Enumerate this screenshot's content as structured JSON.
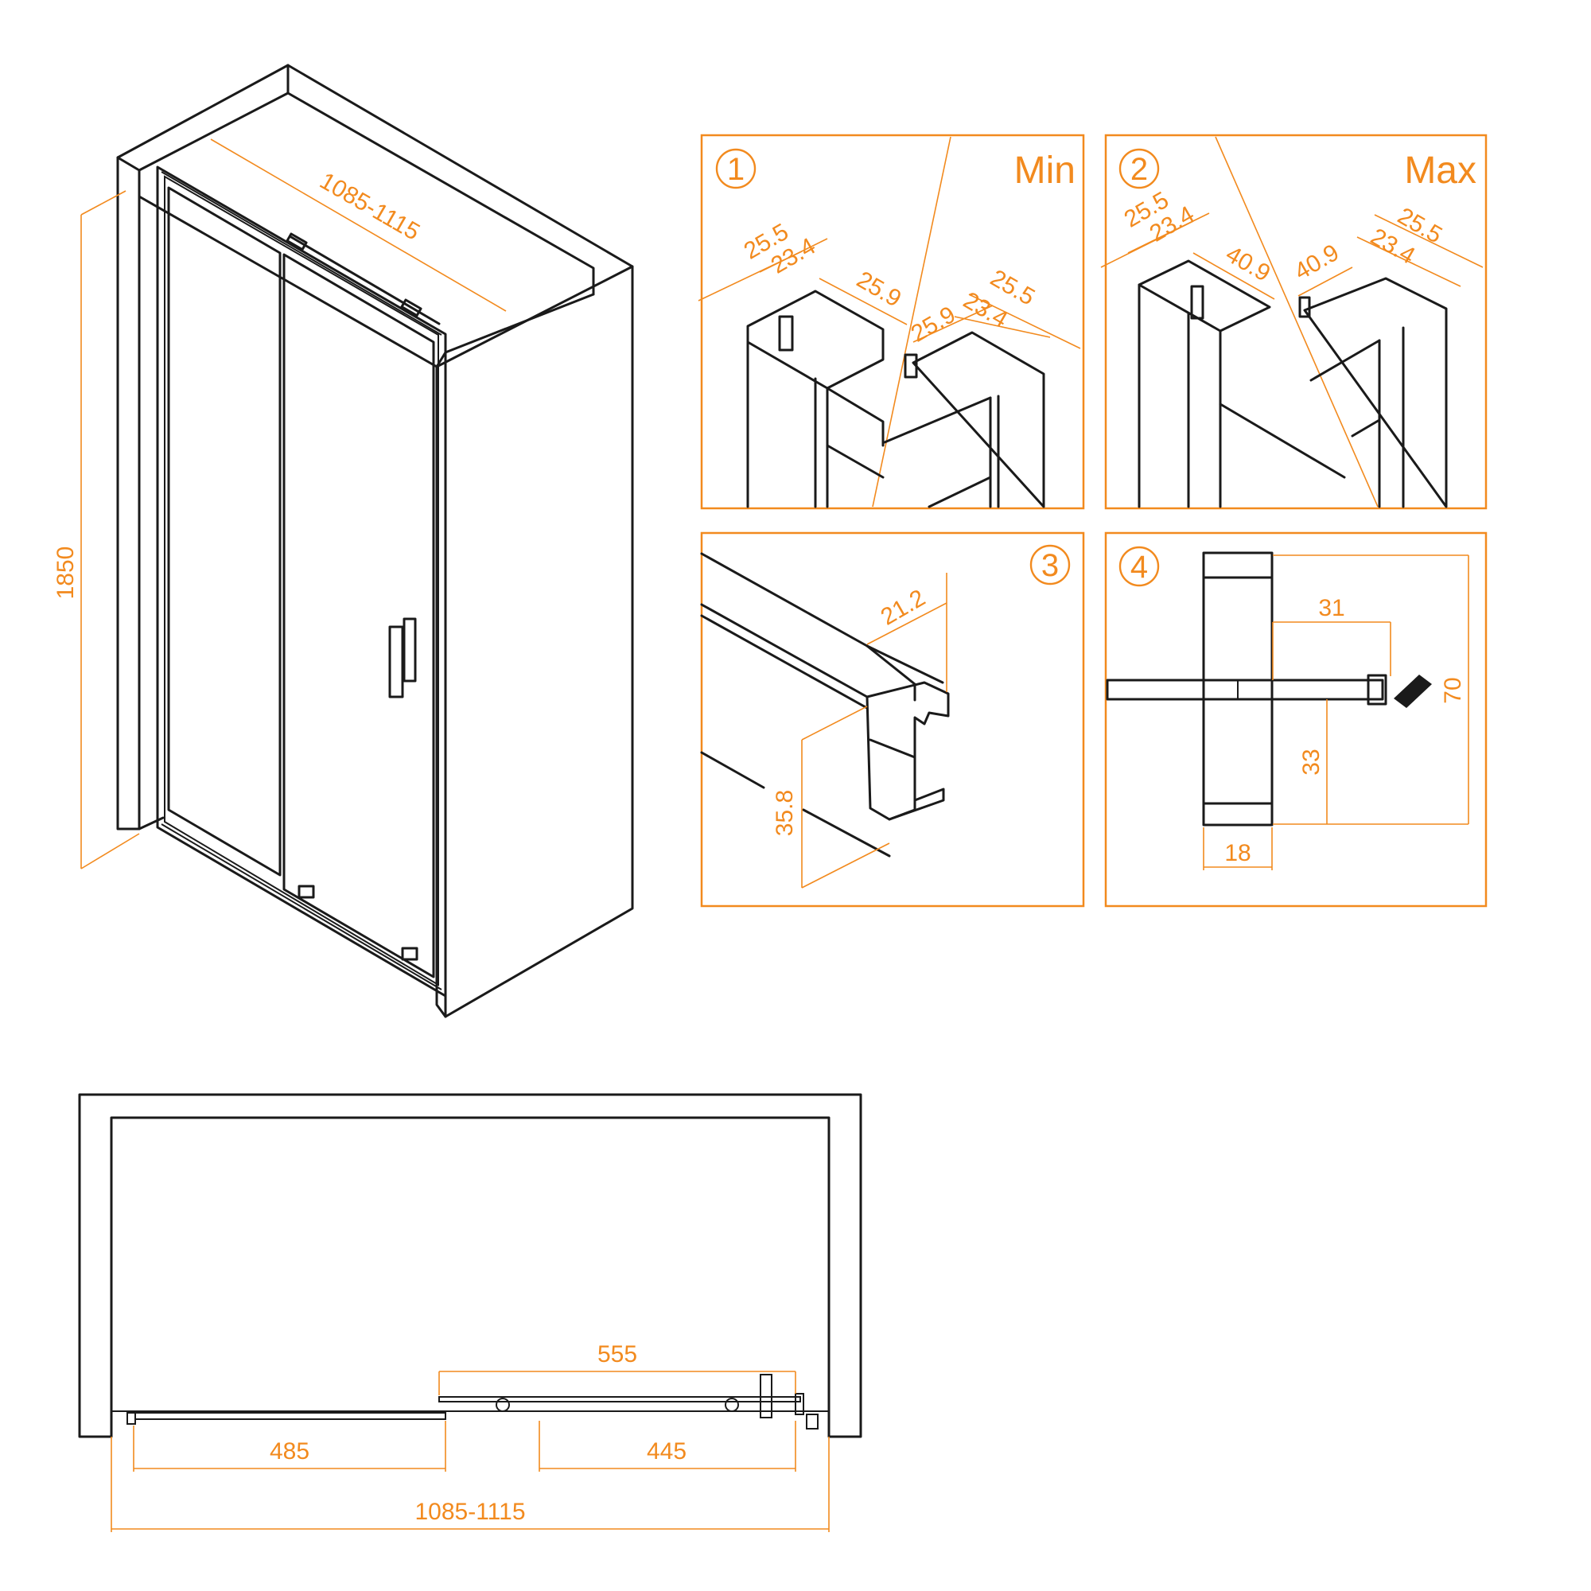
{
  "iso_view": {
    "width_label": "1085-1115",
    "height_label": "1850"
  },
  "detail_1": {
    "number": "1",
    "title": "Min",
    "dims": [
      "25.5",
      "23.4",
      "25.9",
      "25.9",
      "23.4",
      "25.5"
    ]
  },
  "detail_2": {
    "number": "2",
    "title": "Max",
    "dims": [
      "25.5",
      "23.4",
      "40.9",
      "40.9",
      "23.4",
      "25.5"
    ]
  },
  "detail_3": {
    "number": "3",
    "dims": [
      "21.2",
      "35.8"
    ]
  },
  "detail_4": {
    "number": "4",
    "dims": [
      "31",
      "70",
      "33",
      "18"
    ]
  },
  "plan_view": {
    "overlap_label": "555",
    "left_label": "485",
    "right_label": "445",
    "total_label": "1085-1115"
  },
  "colors": {
    "line": "#1a1a1a",
    "dimension": "#f28a1e"
  }
}
